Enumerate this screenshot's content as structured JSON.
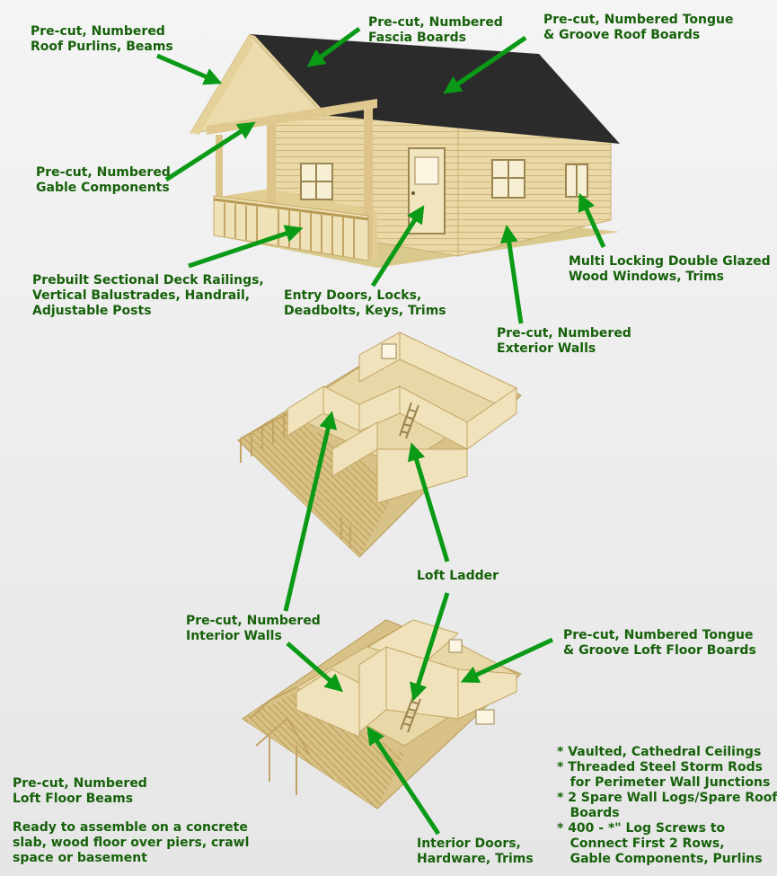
{
  "labels": {
    "roof_purlins": "Pre-cut, Numbered\nRoof Purlins, Beams",
    "fascia": "Pre-cut, Numbered\nFascia Boards",
    "roof_boards": "Pre-cut, Numbered Tongue\n& Groove Roof Boards",
    "gable": "Pre-cut, Numbered\nGable Components",
    "windows": "Multi Locking Double Glazed\nWood Windows, Trims",
    "deck_railings": "Prebuilt Sectional Deck Railings,\nVertical Balustrades, Handrail,\nAdjustable Posts",
    "entry_doors": "Entry Doors, Locks,\nDeadbolts, Keys, Trims",
    "exterior_walls": "Pre-cut, Numbered\nExterior Walls",
    "loft_ladder": "Loft Ladder",
    "interior_walls": "Pre-cut, Numbered\nInterior Walls",
    "loft_floor_boards": "Pre-cut, Numbered Tongue\n& Groove Loft Floor Boards",
    "loft_floor_beams": "Pre-cut, Numbered\nLoft Floor Beams",
    "foundation_note": "Ready to assemble on a concrete\nslab, wood floor over piers, crawl\nspace or basement",
    "interior_doors": "Interior Doors,\nHardware, Trims"
  },
  "features": [
    "* Vaulted, Cathedral Ceilings",
    "* Threaded Steel Storm Rods\n   for Perimeter Wall Junctions",
    "* 2 Spare Wall Logs/Spare Roof\n   Boards",
    "* 400 - *\" Log Screws to\n   Connect First 2 Rows,\n   Gable Components, Purlins"
  ],
  "colors": {
    "label_text": "#16610a",
    "arrow": "#0a9a16",
    "wood_light": "#efe2b8",
    "wood_mid": "#dcc68e",
    "wood_dark": "#c8ad6e",
    "roof": "#2a2a2a"
  }
}
